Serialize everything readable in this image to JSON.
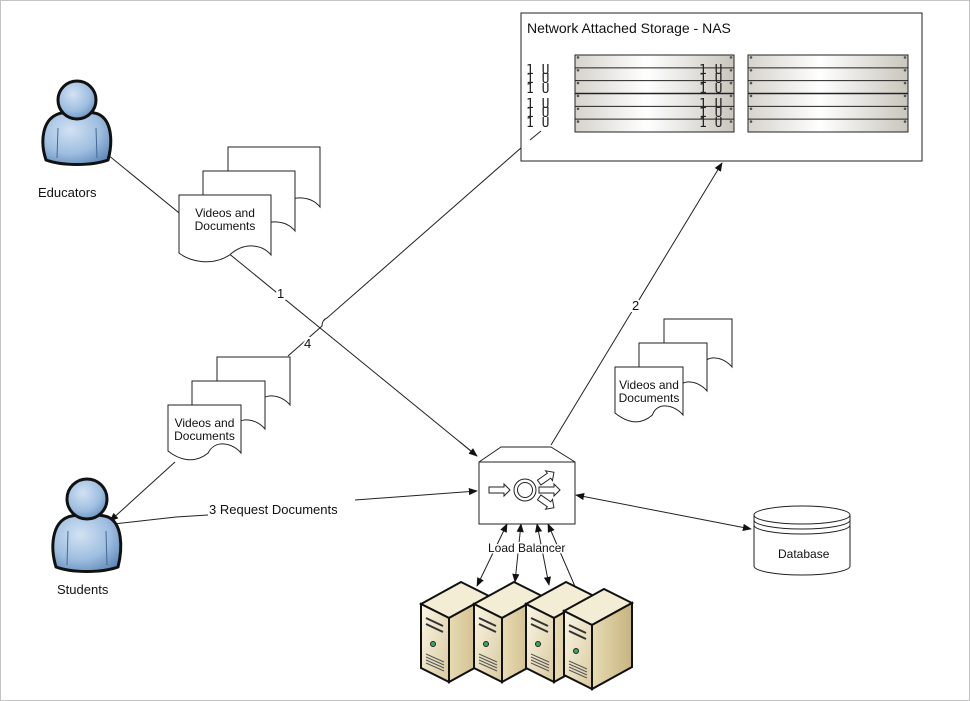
{
  "diagram": {
    "nas": {
      "title": "Network Attached Storage - NAS",
      "unit_label": "1 U",
      "rows": 6
    },
    "actors": [
      {
        "id": "educators",
        "label": "Educators"
      },
      {
        "id": "students",
        "label": "Students"
      }
    ],
    "documents": [
      {
        "id": "doc-educators",
        "line1": "Videos and",
        "line2": "Documents"
      },
      {
        "id": "doc-students",
        "line1": "Videos and",
        "line2": "Documents"
      },
      {
        "id": "doc-nas",
        "line1": "Videos and",
        "line2": "Documents"
      }
    ],
    "load_balancer": {
      "label": "Load Balancer"
    },
    "database": {
      "label": "Database"
    },
    "servers": {
      "count": 4
    },
    "edges": [
      {
        "id": "edge-1",
        "label": "1",
        "from": "Educators",
        "to": "Load Balancer"
      },
      {
        "id": "edge-2",
        "label": "2",
        "from": "Load Balancer",
        "to": "Network Attached Storage - NAS"
      },
      {
        "id": "edge-3",
        "label": "3 Request Documents",
        "from": "Students",
        "to": "Load Balancer"
      },
      {
        "id": "edge-4",
        "label": "4",
        "from": "Network Attached Storage - NAS",
        "to": "Students"
      },
      {
        "id": "edge-db",
        "label": "",
        "from": "Load Balancer",
        "to": "Database"
      }
    ]
  },
  "colors": {
    "person_fill": "#8fb3d9",
    "person_outline": "#111111",
    "server_fill": "#e9dfc2",
    "line": "#222222"
  }
}
